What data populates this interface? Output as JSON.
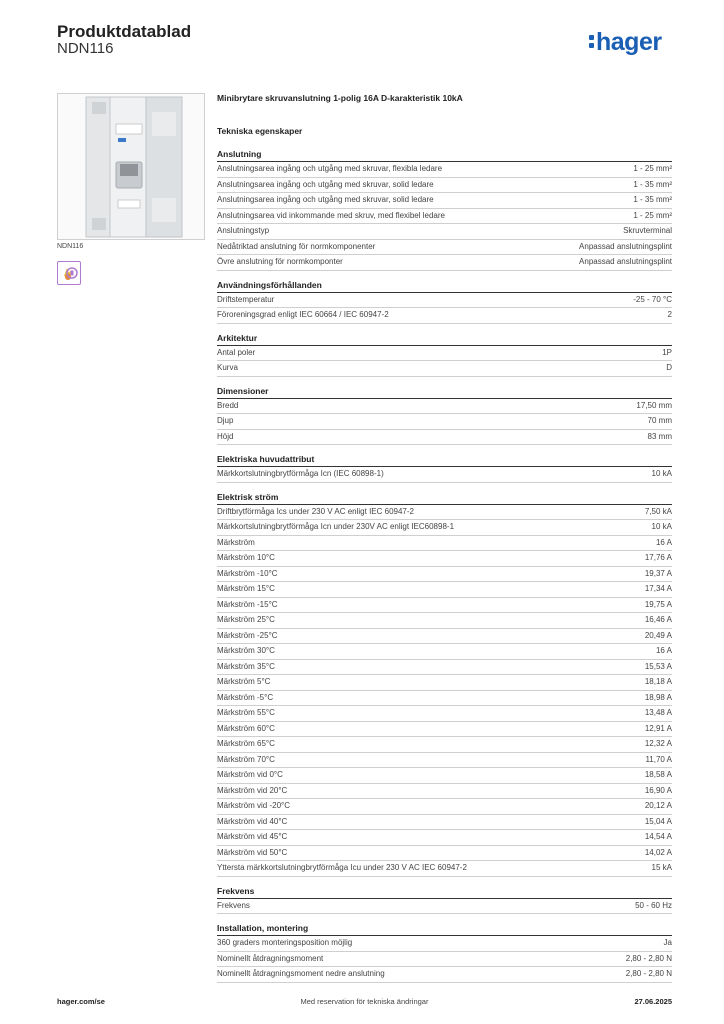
{
  "header": {
    "title": "Produktdatablad",
    "product_code": "NDN116",
    "logo_text": "hager"
  },
  "image_caption": "NDN116",
  "product_name": "Minibrytare skruvanslutning 1-polig 16A D-karakteristik 10kA",
  "properties_title": "Tekniska egenskaper",
  "sections": [
    {
      "title": "Anslutning",
      "rows": [
        {
          "label": "Anslutningsarea ingång och utgång med skruvar, flexibla ledare",
          "value": "1 - 25 mm²"
        },
        {
          "label": "Anslutningsarea ingång och utgång med skruvar, solid ledare",
          "value": "1 - 35 mm²"
        },
        {
          "label": "Anslutningsarea ingång och utgång med skruvar, solid ledare",
          "value": "1 - 35 mm²"
        },
        {
          "label": "Anslutningsarea vid inkommande med skruv, med flexibel ledare",
          "value": "1 - 25 mm²"
        },
        {
          "label": "Anslutningstyp",
          "value": "Skruvterminal"
        },
        {
          "label": "Nedåtriktad anslutning för normkomponenter",
          "value": "Anpassad anslutningsplint"
        },
        {
          "label": "Övre anslutning för normkomponter",
          "value": "Anpassad anslutningsplint"
        }
      ]
    },
    {
      "title": "Användningsförhållanden",
      "rows": [
        {
          "label": "Driftstemperatur",
          "value": "-25 - 70 °C"
        },
        {
          "label": "Föroreningsgrad enligt IEC 60664 / IEC 60947-2",
          "value": "2"
        }
      ]
    },
    {
      "title": "Arkitektur",
      "rows": [
        {
          "label": "Antal poler",
          "value": "1P"
        },
        {
          "label": "Kurva",
          "value": "D"
        }
      ]
    },
    {
      "title": "Dimensioner",
      "rows": [
        {
          "label": "Bredd",
          "value": "17,50 mm"
        },
        {
          "label": "Djup",
          "value": "70 mm"
        },
        {
          "label": "Höjd",
          "value": "83 mm"
        }
      ]
    },
    {
      "title": "Elektriska huvudattribut",
      "rows": [
        {
          "label": "Märkkortslutningbrytförmåga Icn (IEC 60898-1)",
          "value": "10 kA"
        }
      ]
    },
    {
      "title": "Elektrisk ström",
      "rows": [
        {
          "label": "Driftbrytförmåga Ics under 230 V AC enligt IEC 60947-2",
          "value": "7,50 kA"
        },
        {
          "label": "Märkkortslutningbrytförmåga Icn under 230V AC enligt IEC60898-1",
          "value": "10 kA"
        },
        {
          "label": "Märkström",
          "value": "16 A"
        },
        {
          "label": "Märkström 10°C",
          "value": "17,76 A"
        },
        {
          "label": "Märkström -10°C",
          "value": "19,37 A"
        },
        {
          "label": "Märkström 15°C",
          "value": "17,34 A"
        },
        {
          "label": "Märkström -15°C",
          "value": "19,75 A"
        },
        {
          "label": "Märkström 25°C",
          "value": "16,46 A"
        },
        {
          "label": "Märkström -25°C",
          "value": "20,49 A"
        },
        {
          "label": "Märkström 30°C",
          "value": "16 A"
        },
        {
          "label": "Märkström 35°C",
          "value": "15,53 A"
        },
        {
          "label": "Märkström 5°C",
          "value": "18,18 A"
        },
        {
          "label": "Märkström -5°C",
          "value": "18,98 A"
        },
        {
          "label": "Märkström 55°C",
          "value": "13,48 A"
        },
        {
          "label": "Märkström 60°C",
          "value": "12,91 A"
        },
        {
          "label": "Märkström 65°C",
          "value": "12,32 A"
        },
        {
          "label": "Märkström 70°C",
          "value": "11,70 A"
        },
        {
          "label": "Märkström vid 0°C",
          "value": "18,58 A"
        },
        {
          "label": "Märkström vid 20°C",
          "value": "16,90 A"
        },
        {
          "label": "Märkström vid -20°C",
          "value": "20,12 A"
        },
        {
          "label": "Märkström vid 40°C",
          "value": "15,04 A"
        },
        {
          "label": "Märkström vid 45°C",
          "value": "14,54 A"
        },
        {
          "label": "Märkström vid 50°C",
          "value": "14,02 A"
        },
        {
          "label": "Yttersta märkkortslutningbrytförmåga Icu under 230 V AC IEC 60947-2",
          "value": "15 kA"
        }
      ]
    },
    {
      "title": "Frekvens",
      "rows": [
        {
          "label": "Frekvens",
          "value": "50 - 60 Hz"
        }
      ]
    },
    {
      "title": "Installation, montering",
      "rows": [
        {
          "label": "360 graders monteringsposition möjlig",
          "value": "Ja"
        },
        {
          "label": "Nominellt åtdragningsmoment",
          "value": "2,80 - 2,80 N"
        },
        {
          "label": "Nominellt åtdragningsmoment nedre anslutning",
          "value": "2,80 - 2,80 N"
        }
      ]
    }
  ],
  "footer": {
    "website": "hager.com/se",
    "disclaimer": "Med reservation för tekniska ändringar",
    "date": "27.06.2025"
  },
  "colors": {
    "brand": "#1a5fb4",
    "badge": "#b07ad0"
  }
}
